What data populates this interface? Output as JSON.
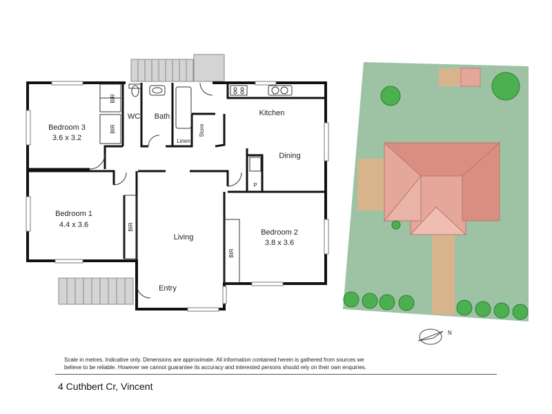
{
  "floorplan": {
    "rooms": {
      "bedroom3": {
        "name": "Bedroom 3",
        "dims": "3.6 x 3.2"
      },
      "bedroom1": {
        "name": "Bedroom 1",
        "dims": "4.4 x 3.6"
      },
      "bedroom2": {
        "name": "Bedroom 2",
        "dims": "3.8 x 3.6"
      },
      "wc": "WC",
      "bath": "Bath",
      "kitchen": "Kitchen",
      "dining": "Dining",
      "living": "Living",
      "entry": "Entry",
      "linen": "Linen",
      "store": "Store",
      "pantry": "P"
    },
    "bir_label": "BIR"
  },
  "site_plan": {
    "north_label": "N",
    "colors": {
      "lawn": "#9ec3a4",
      "roof": "#e6a79b",
      "path": "#d8b48c",
      "shrub": "#4caf50"
    }
  },
  "footer": {
    "disclaimer": "Scale in metres. Indicative only. Dimensions are approximate. All information contained herein is gathered from sources we believe to be reliable. However we cannot guarantee its accuracy and interested persons should rely on their own enquiries.",
    "address": "4 Cuthbert Cr, Vincent"
  }
}
